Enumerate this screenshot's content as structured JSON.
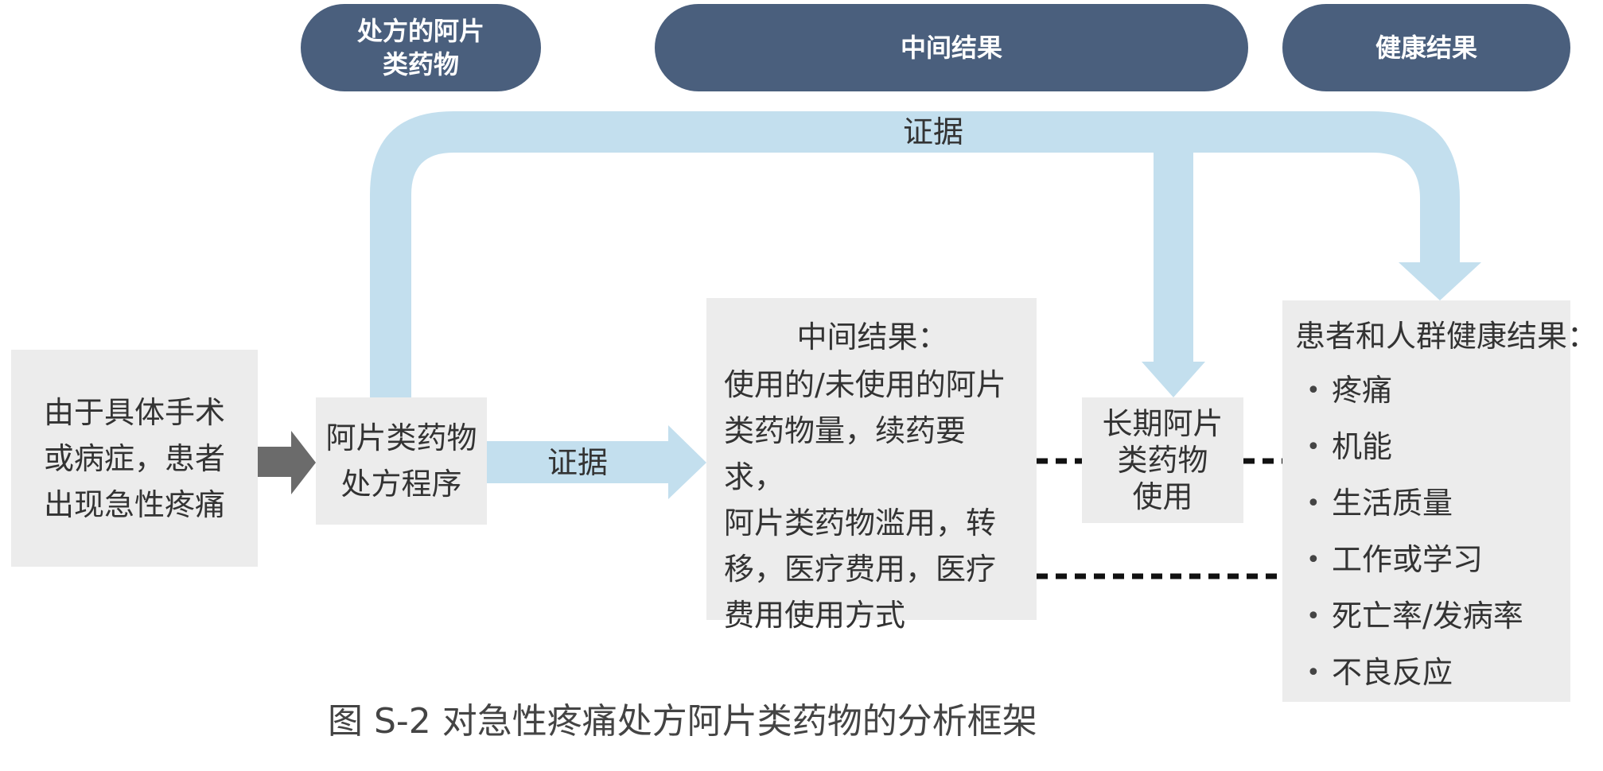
{
  "headers": {
    "h1_line1": "处方的阿片",
    "h1_line2": "类药物",
    "h2": "中间结果",
    "h3": "健康结果"
  },
  "flow_labels": {
    "top": "证据",
    "middle": "证据"
  },
  "boxes": {
    "patient_line1": "由于具体手术",
    "patient_line2": "或病症，患者",
    "patient_line3": "出现急性疼痛",
    "prescription_line1": "阿片类药物",
    "prescription_line2": "处方程序",
    "intermediate_title": "中间结果：",
    "intermediate_line1": "使用的/未使用的阿片",
    "intermediate_line2": "类药物量，续药要求，",
    "intermediate_line3": "阿片类药物滥用，转",
    "intermediate_line4": "移，医疗费用，医疗",
    "intermediate_line5": "费用使用方式",
    "longterm_line1": "长期阿片",
    "longterm_line2": "类药物",
    "longterm_line3": "使用",
    "outcomes_title": "患者和人群健康结果："
  },
  "outcomes": [
    "疼痛",
    "机能",
    "生活质量",
    "工作或学习",
    "死亡率/发病率",
    "不良反应"
  ],
  "bullet": "•",
  "caption": "图 S-2 对急性疼痛处方阿片类药物的分析框架",
  "colors": {
    "header_fill": "#4a5f7d",
    "evidence_arrow": "#c3dfee",
    "box_fill": "#ececec",
    "input_arrow": "#6b6b6b",
    "dotted_line": "#111111"
  }
}
